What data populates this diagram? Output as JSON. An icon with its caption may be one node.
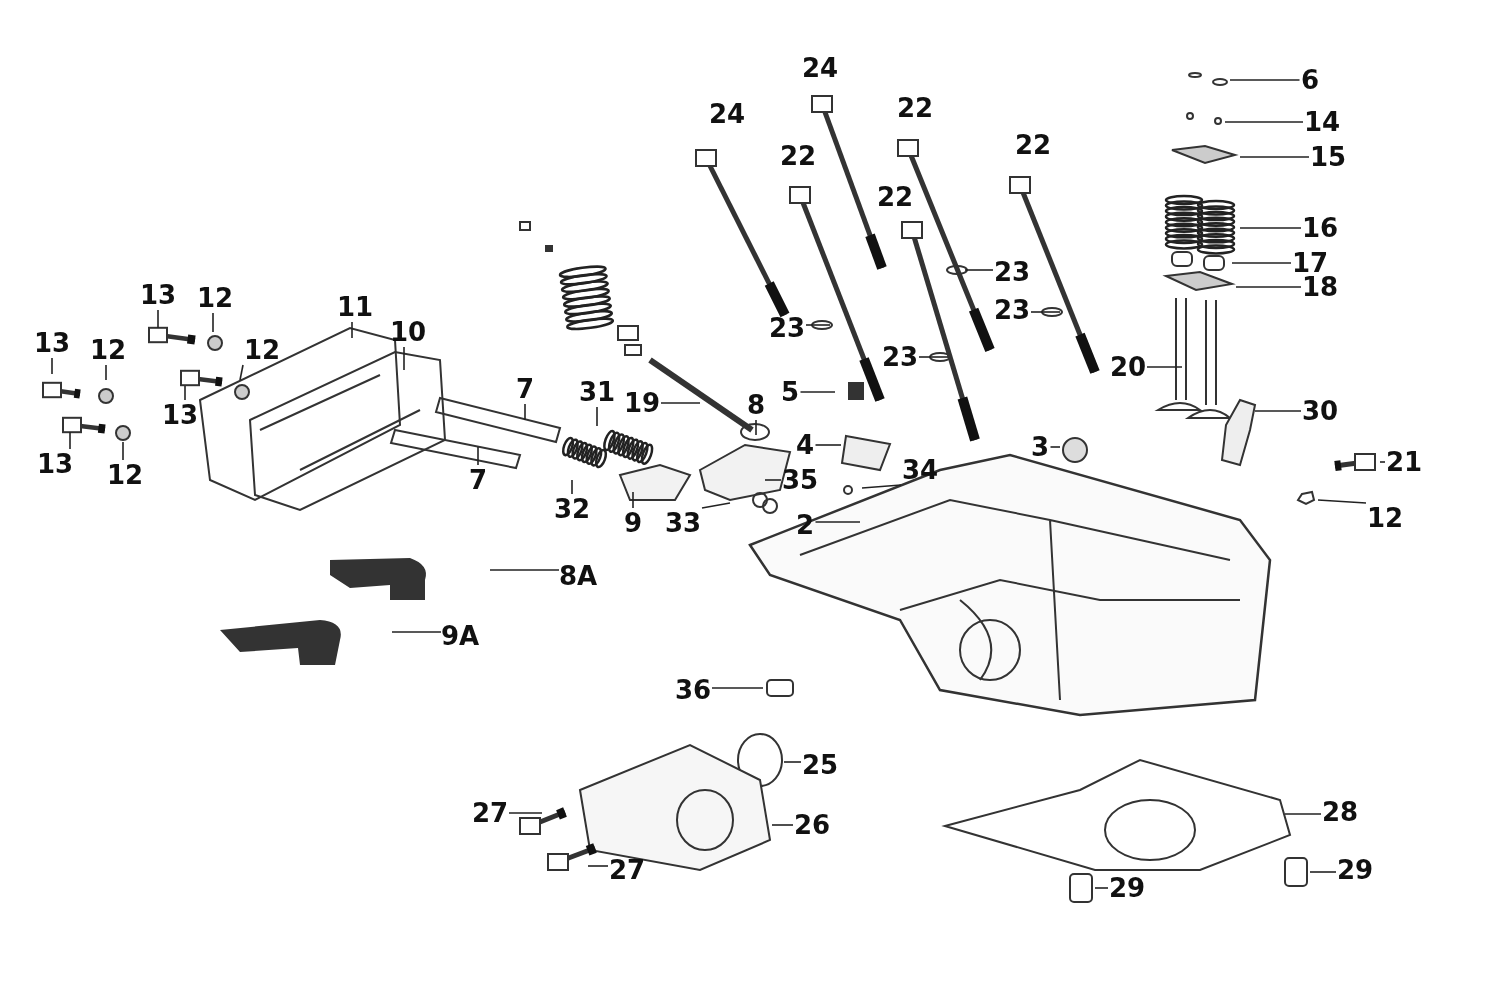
{
  "diagram": {
    "nodes": [
      {
        "text": [
          "6"
        ]
      },
      {
        "text": [
          "14"
        ]
      },
      {
        "text": [
          "15"
        ]
      },
      {
        "text": [
          "16"
        ]
      },
      {
        "text": [
          "17"
        ]
      },
      {
        "text": [
          "18"
        ]
      },
      {
        "text": [
          "20"
        ]
      },
      {
        "text": [
          "30"
        ]
      },
      {
        "text": [
          "21"
        ]
      },
      {
        "text": [
          "12"
        ]
      },
      {
        "text": [
          "3"
        ]
      },
      {
        "text": [
          "5"
        ]
      },
      {
        "text": [
          "4"
        ]
      },
      {
        "text": [
          "34"
        ]
      },
      {
        "text": [
          "2"
        ]
      },
      {
        "text": [
          "35"
        ]
      },
      {
        "text": [
          "8"
        ]
      },
      {
        "text": [
          "19"
        ]
      },
      {
        "text": [
          "33"
        ]
      },
      {
        "text": [
          "9"
        ]
      },
      {
        "text": [
          "31"
        ]
      },
      {
        "text": [
          "32"
        ]
      },
      {
        "text": [
          "7"
        ]
      },
      {
        "text": [
          "7"
        ]
      },
      {
        "text": [
          "10"
        ]
      },
      {
        "text": [
          "11"
        ]
      },
      {
        "text": [
          "13"
        ]
      },
      {
        "text": [
          "12"
        ]
      },
      {
        "text": [
          "12"
        ]
      },
      {
        "text": [
          "13"
        ]
      },
      {
        "text": [
          "12"
        ]
      },
      {
        "text": [
          "13"
        ]
      },
      {
        "text": [
          "13"
        ]
      },
      {
        "text": [
          "12"
        ]
      },
      {
        "text": [
          "8A"
        ]
      },
      {
        "text": [
          "9A"
        ]
      },
      {
        "text": [
          "36"
        ]
      },
      {
        "text": [
          "25"
        ]
      },
      {
        "text": [
          "26"
        ]
      },
      {
        "text": [
          "27"
        ]
      },
      {
        "text": [
          "27"
        ]
      },
      {
        "text": [
          "28"
        ]
      },
      {
        "text": [
          "29"
        ]
      },
      {
        "text": [
          "29"
        ]
      },
      {
        "text": [
          "23"
        ]
      },
      {
        "text": [
          "23"
        ]
      },
      {
        "text": [
          "23"
        ]
      },
      {
        "text": [
          "23"
        ]
      }
    ],
    "edges": [
      {
        "from": 0,
        "to": null,
        "arrow": "none"
      },
      {
        "from": 1,
        "to": null,
        "arrow": "none"
      },
      {
        "from": 2,
        "to": null,
        "arrow": "none"
      },
      {
        "from": 3,
        "to": null,
        "arrow": "none"
      },
      {
        "from": 4,
        "to": null,
        "arrow": "none"
      },
      {
        "from": 5,
        "to": null,
        "arrow": "none"
      },
      {
        "from": 6,
        "to": null,
        "arrow": "none"
      },
      {
        "from": 7,
        "to": null,
        "arrow": "none"
      },
      {
        "from": 8,
        "to": null,
        "arrow": "none"
      },
      {
        "from": 9,
        "to": null,
        "arrow": "none"
      },
      {
        "from": 10,
        "to": null,
        "arrow": "none"
      },
      {
        "from": 11,
        "to": null,
        "arrow": "none"
      },
      {
        "from": 12,
        "to": null,
        "arrow": "none"
      },
      {
        "from": 13,
        "to": null,
        "arrow": "none"
      },
      {
        "from": 14,
        "to": null,
        "arrow": "none"
      },
      {
        "from": 15,
        "to": null,
        "arrow": "none"
      },
      {
        "from": 16,
        "to": null,
        "arrow": "none"
      },
      {
        "from": 17,
        "to": null,
        "arrow": "none"
      },
      {
        "from": 18,
        "to": null,
        "arrow": "none"
      },
      {
        "from": 19,
        "to": null,
        "arrow": "none"
      },
      {
        "from": 20,
        "to": null,
        "arrow": "none"
      },
      {
        "from": 21,
        "to": null,
        "arrow": "none"
      },
      {
        "from": 22,
        "to": null,
        "arrow": "none"
      },
      {
        "from": 23,
        "to": null,
        "arrow": "none"
      },
      {
        "from": 24,
        "to": null,
        "arrow": "none"
      },
      {
        "from": 25,
        "to": null,
        "arrow": "none"
      },
      {
        "from": 26,
        "to": null,
        "arrow": "none"
      },
      {
        "from": 27,
        "to": null,
        "arrow": "none"
      },
      {
        "from": 28,
        "to": null,
        "arrow": "none"
      },
      {
        "from": 29,
        "to": null,
        "arrow": "none"
      },
      {
        "from": 30,
        "to": null,
        "arrow": "none"
      },
      {
        "from": 31,
        "to": null,
        "arrow": "none"
      },
      {
        "from": 32,
        "to": null,
        "arrow": "none"
      },
      {
        "from": 33,
        "to": null,
        "arrow": "none"
      },
      {
        "from": 34,
        "to": null,
        "arrow": "none"
      },
      {
        "from": 35,
        "to": null,
        "arrow": "none"
      },
      {
        "from": 36,
        "to": null,
        "arrow": "none"
      },
      {
        "from": 37,
        "to": null,
        "arrow": "none"
      },
      {
        "from": 38,
        "to": null,
        "arrow": "none"
      },
      {
        "from": 39,
        "to": null,
        "arrow": "none"
      },
      {
        "from": 40,
        "to": null,
        "arrow": "none"
      },
      {
        "from": 41,
        "to": null,
        "arrow": "none"
      },
      {
        "from": 42,
        "to": null,
        "arrow": "none"
      },
      {
        "from": 43,
        "to": null,
        "arrow": "none"
      },
      {
        "from": 44,
        "to": null,
        "arrow": "none"
      },
      {
        "from": 45,
        "to": null,
        "arrow": "none"
      },
      {
        "from": 46,
        "to": null,
        "arrow": "none"
      },
      {
        "from": 47,
        "to": null,
        "arrow": "none"
      }
    ],
    "labels": [
      "24",
      "24",
      "22",
      "22",
      "22",
      "22"
    ]
  }
}
